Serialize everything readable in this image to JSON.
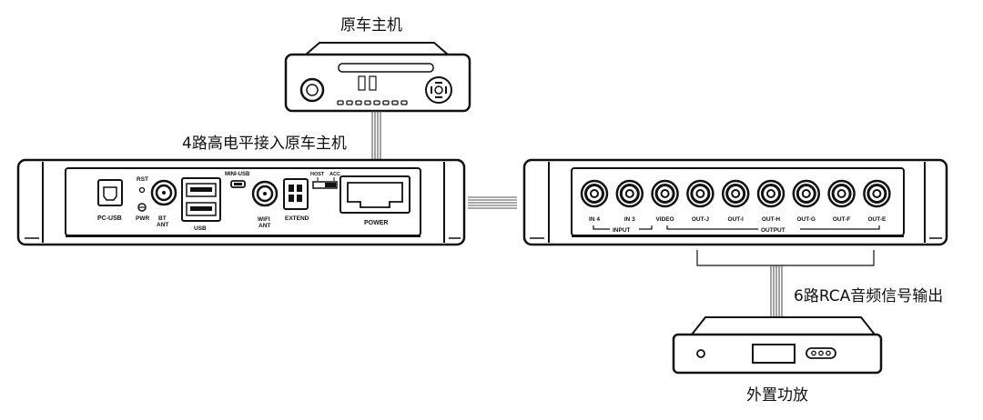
{
  "labels": {
    "head_unit": "原车主机",
    "hi_level_input": "4路高电平接入原车主机",
    "rca_output": "6路RCA音频信号输出",
    "external_amp": "外置功放"
  },
  "left_panel": {
    "pc_usb": "PC-USB",
    "rst": "RST",
    "pwr": "PWR",
    "bt_1": "BT",
    "bt_2": "ANT",
    "usb": "USB",
    "mini_usb": "MINI-USB",
    "wifi_1": "WIFI",
    "wifi_2": "ANT",
    "extend": "EXTEND",
    "host": "HOST",
    "acc": "ACC",
    "power": "POWER"
  },
  "right_panel": {
    "ports": [
      "IN 4",
      "IN 3",
      "VIDEO",
      "OUT-J",
      "OUT-I",
      "OUT-H",
      "OUT-G",
      "OUT-F",
      "OUT-E"
    ],
    "input_group": "INPUT",
    "output_group": "OUTPUT"
  }
}
